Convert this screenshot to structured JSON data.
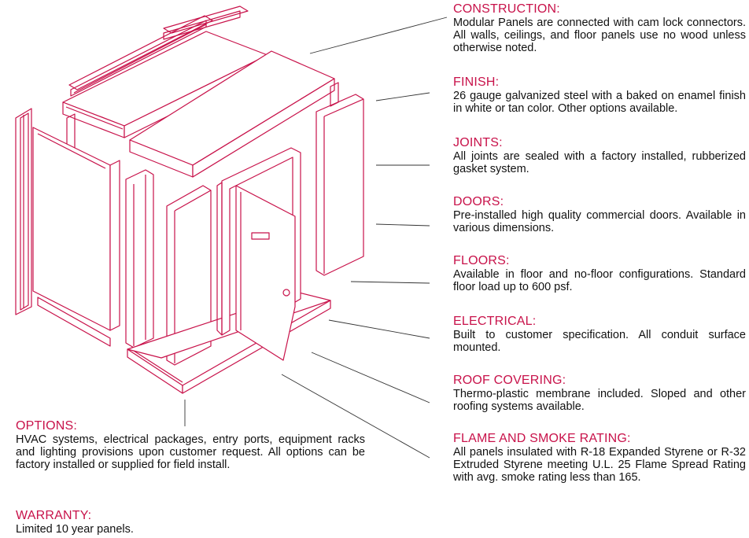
{
  "accent_color": "#c8124a",
  "text_color": "#111111",
  "sections": {
    "construction": {
      "title": "CONSTRUCTION:",
      "body": "Modular Panels are connected with cam lock connectors.  All walls, ceilings, and floor panels use no wood unless otherwise noted."
    },
    "finish": {
      "title": "FINISH:",
      "body": "26 gauge galvanized steel with a baked on enamel finish in white or tan color.  Other options available."
    },
    "joints": {
      "title": "JOINTS:",
      "body": "All joints are sealed with a factory installed, rubberized gasket system."
    },
    "doors": {
      "title": "DOORS:",
      "body": "Pre-installed high quality commercial doors. Available in various dimensions."
    },
    "floors": {
      "title": "FLOORS:",
      "body": "Available in floor and no-floor configurations. Standard floor load up to 600 psf."
    },
    "electrical": {
      "title": "ELECTRICAL:",
      "body": "Built to customer specification.  All conduit surface mounted."
    },
    "roof_covering": {
      "title": "ROOF COVERING:",
      "body": "Thermo-plastic membrane included.  Sloped and other roofing systems available."
    },
    "flame_smoke": {
      "title": "FLAME AND SMOKE RATING:",
      "body": "All panels insulated with R-18 Expanded Styrene or R-32 Extruded Styrene meeting U.L. 25 Flame Spread Rating with avg. smoke rating less than 165."
    },
    "options": {
      "title": "OPTIONS:",
      "body": "HVAC systems, electrical packages, entry ports, equipment racks and lighting provisions upon customer request.  All options can be factory installed or supplied for field install."
    },
    "warranty": {
      "title": "WARRANTY:",
      "body": "Limited 10 year panels."
    }
  }
}
